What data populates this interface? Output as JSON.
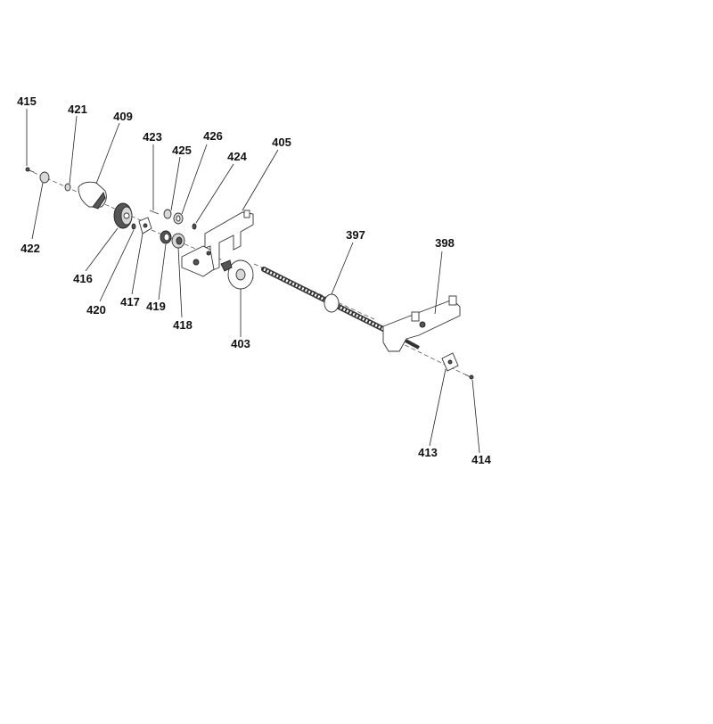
{
  "diagram": {
    "callouts": {
      "c415": "415",
      "c421": "421",
      "c409": "409",
      "c423": "423",
      "c425": "425",
      "c426": "426",
      "c424": "424",
      "c405": "405",
      "c397": "397",
      "c398": "398",
      "c422": "422",
      "c416": "416",
      "c420": "420",
      "c417": "417",
      "c419": "419",
      "c418": "418",
      "c403": "403",
      "c413": "413",
      "c414": "414"
    }
  },
  "colors": {
    "background": "#ffffff",
    "line": "#333333",
    "text": "#111111"
  }
}
